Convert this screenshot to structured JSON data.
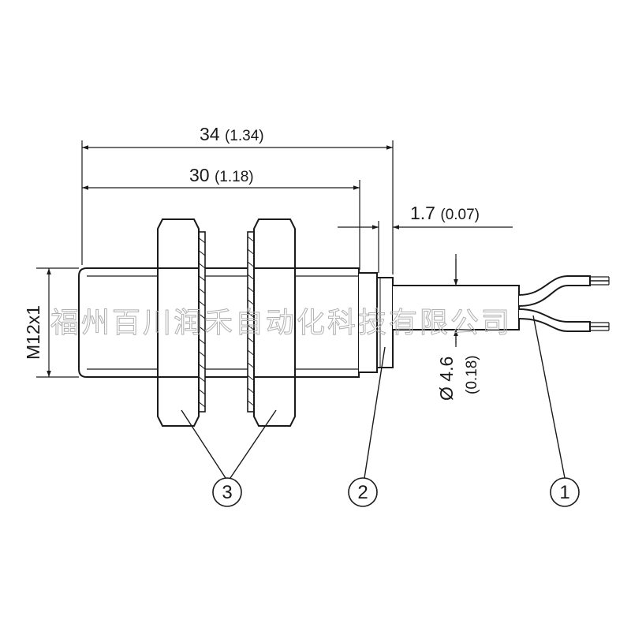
{
  "dimensions": {
    "overall_length": {
      "value": "34",
      "inch": "(1.34)"
    },
    "body_length": {
      "value": "30",
      "inch": "(1.18)"
    },
    "flange": {
      "value": "1.7",
      "inch": "(0.07)"
    },
    "thread": {
      "value": "M12x1"
    },
    "cable_diameter": {
      "value": "Ø 4.6",
      "inch": "(0.18)"
    }
  },
  "callouts": [
    {
      "label": "3"
    },
    {
      "label": "2"
    },
    {
      "label": "1"
    }
  ],
  "watermark": "福州百川润禾自动化科技有限公司",
  "colors": {
    "line": "#1a1a1a",
    "watermark": "#b0b0b0",
    "background": "#ffffff"
  }
}
